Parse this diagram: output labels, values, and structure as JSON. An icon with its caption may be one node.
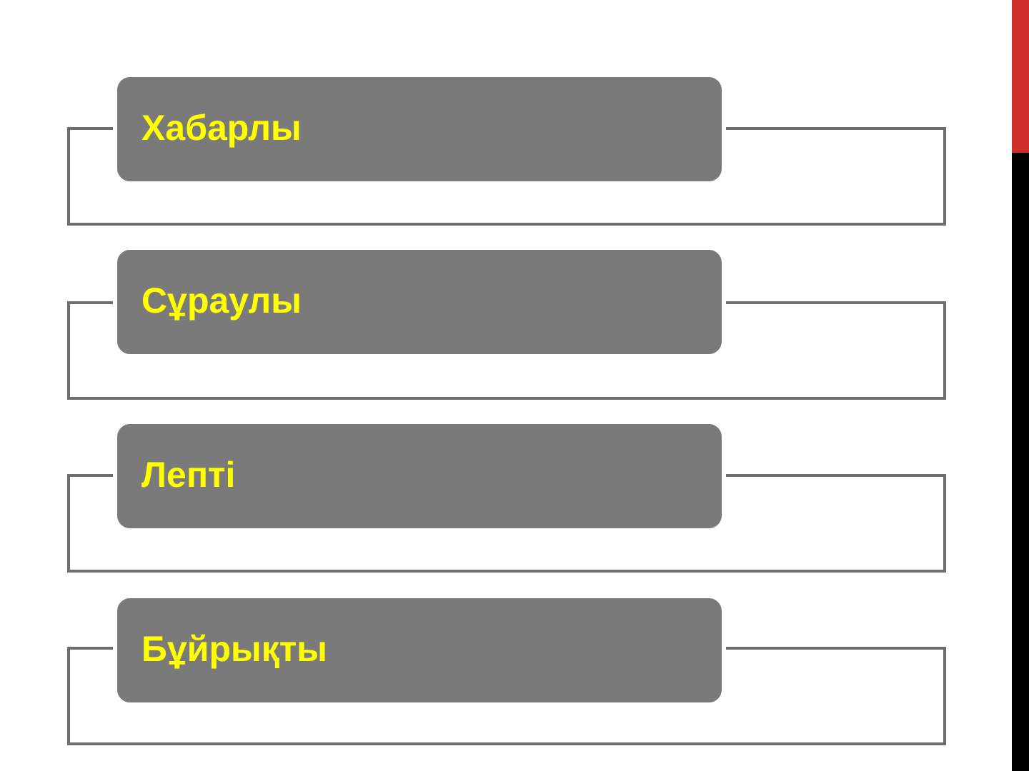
{
  "diagram": {
    "nodes": [
      {
        "text": [
          "Хабарлы"
        ]
      },
      {
        "text": [
          "Сұраулы"
        ]
      },
      {
        "text": [
          "Лепті"
        ]
      },
      {
        "text": [
          "Бұйрықты"
        ]
      }
    ]
  }
}
